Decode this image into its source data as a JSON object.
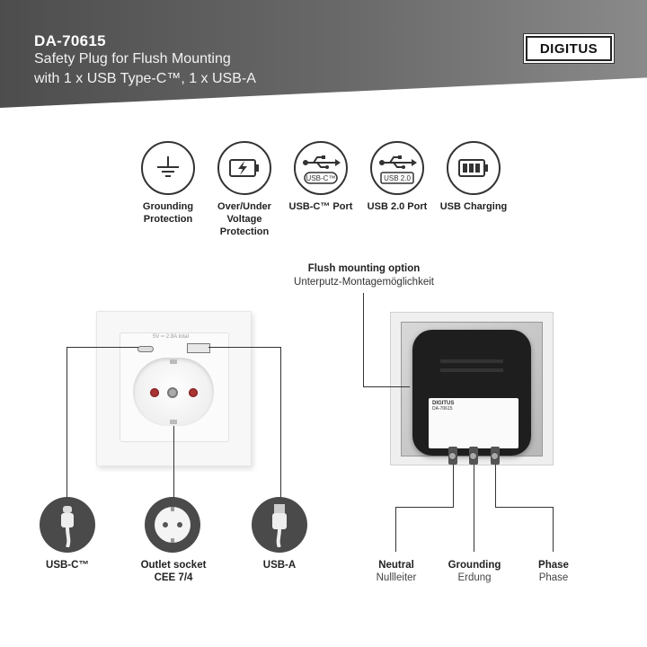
{
  "header": {
    "model": "DA-70615",
    "line1": "Safety Plug for Flush Mounting",
    "line2": "with 1 x USB Type-C™, 1 x USB-A",
    "logo": "DIGITUS"
  },
  "features": [
    {
      "icon": "grounding-icon",
      "label": "Grounding Protection"
    },
    {
      "icon": "lightning-battery-icon",
      "label": "Over/Under Voltage Protection"
    },
    {
      "icon": "usb-c-icon",
      "badge": "USB-C™",
      "label": "USB-C™ Port"
    },
    {
      "icon": "usb-2-icon",
      "badge": "USB 2.0",
      "label": "USB 2.0 Port"
    },
    {
      "icon": "battery-icon",
      "label": "USB Charging"
    }
  ],
  "flush": {
    "title": "Flush mounting option",
    "subtitle": "Unterputz-Montagemöglichkeit"
  },
  "front": {
    "usb_rating": "5V ═ 2.8A total",
    "ports": [
      {
        "icon": "usb-c-cable-icon",
        "label": "USB-C™"
      },
      {
        "icon": "schuko-outlet-icon",
        "label": "Outlet socket",
        "label2": "CEE 7/4"
      },
      {
        "icon": "usb-a-cable-icon",
        "label": "USB-A"
      }
    ]
  },
  "back": {
    "label_brand": "DIGITUS",
    "label_model": "DA-70615",
    "terminals": [
      {
        "label": "Neutral",
        "sub": "Nullleiter"
      },
      {
        "label": "Grounding",
        "sub": "Erdung"
      },
      {
        "label": "Phase",
        "sub": "Phase"
      }
    ]
  }
}
